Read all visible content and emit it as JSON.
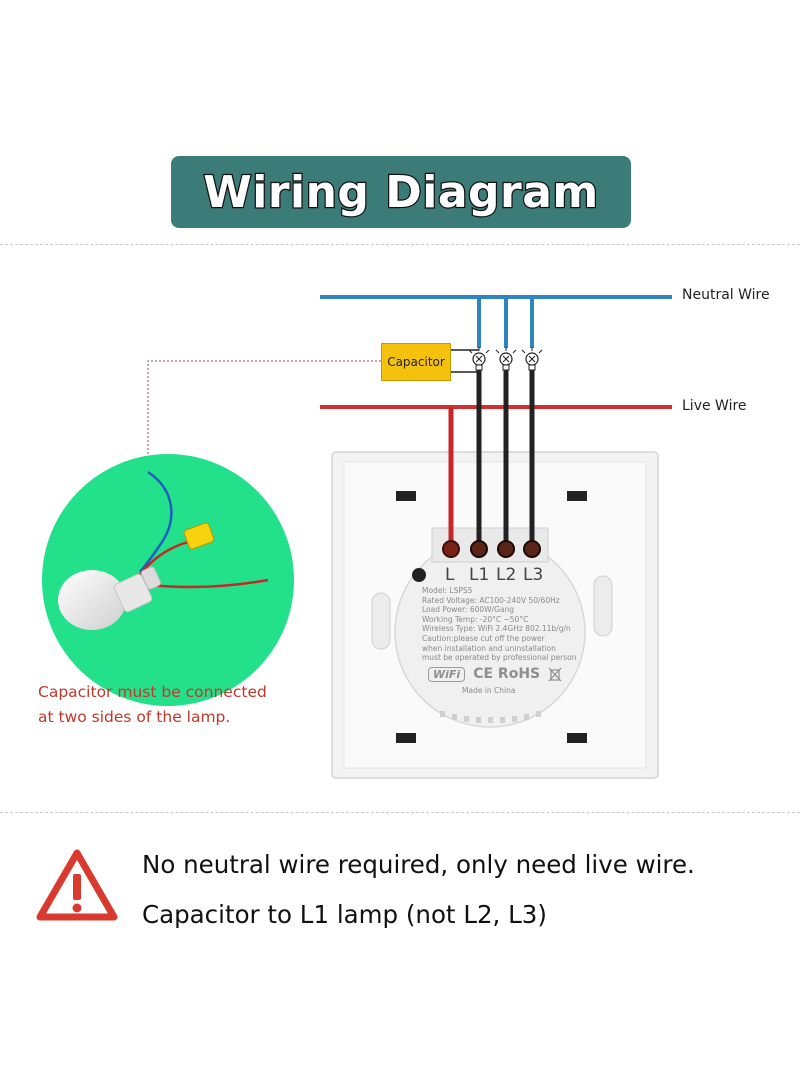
{
  "title": "Wiring Diagram",
  "wires": {
    "neutral_label": "Neutral Wire",
    "live_label": "Live Wire",
    "neutral_color": "#2e86c1",
    "live_color": "#d32f2f"
  },
  "capacitor_label": "Capacitor",
  "capacitor_note": {
    "line1": "Capacitor must be connected",
    "line2": "at two sides of the lamp."
  },
  "terminals": [
    "L",
    "L1",
    "L2",
    "L3"
  ],
  "device_specs": {
    "model": "Model: LSPS5",
    "rated_voltage": "Rated Voltage: AC100-240V 50/60Hz",
    "load_power": "Load Power: 600W/Gang",
    "working_temp": "Working Temp: -20°C ~50°C",
    "wireless": "Wireless Type: WiFi 2.4GHz 802.11b/g/n",
    "caution1": "Caution:please cut off the power",
    "caution2": "when installation and uninstallation",
    "caution3": "must be operated by professional person",
    "wifi_badge": "WiFi",
    "certifications": "CE RoHS",
    "made_in": "Made in China"
  },
  "warning": {
    "line1": "No neutral wire required, only need live wire.",
    "line2": "Capacitor to L1 lamp (not L2, L3)"
  },
  "colors": {
    "banner": "#3c7c78",
    "warning_red": "#d93a2f",
    "note_red": "#c0392b",
    "photo_green": "#23e08a"
  }
}
